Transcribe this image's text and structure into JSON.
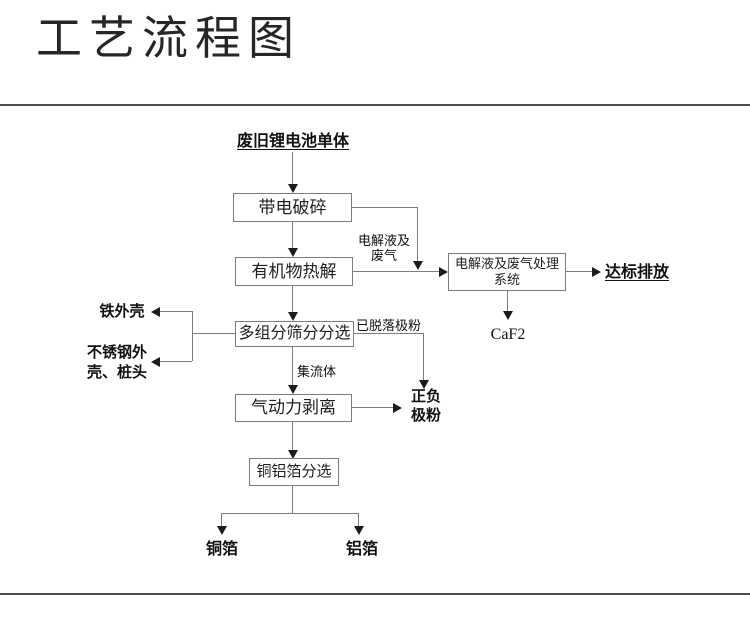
{
  "page": {
    "title": "工艺流程图"
  },
  "flowchart": {
    "source": "废旧锂电池单体",
    "boxes": {
      "charged_crushing": "带电破碎",
      "organic_pyrolysis": "有机物热解",
      "gas_treatment": "电解液及废气处理\n系统",
      "multi_screening": "多组分筛分分选",
      "aero_stripping": "气动力剥离",
      "foil_sorting": "铜铝箔分选"
    },
    "labels": {
      "electrolyte_waste_gas": "电解液及\n废气",
      "discharge": "达标排放",
      "caf2": "CaF2",
      "iron_shell": "铁外壳",
      "stainless_shell": "不锈钢外\n壳、桩头",
      "detached_powder": "已脱落极粉",
      "electrode_powder": "正负\n极粉",
      "current_collector": "集流体",
      "copper_foil": "铜箔",
      "aluminum_foil": "铝箔"
    },
    "colors": {
      "line": "#7d7d7d",
      "arrow": "#1c1c1c",
      "text": "#1a1a1a",
      "divider": "#4d4d4d"
    }
  }
}
